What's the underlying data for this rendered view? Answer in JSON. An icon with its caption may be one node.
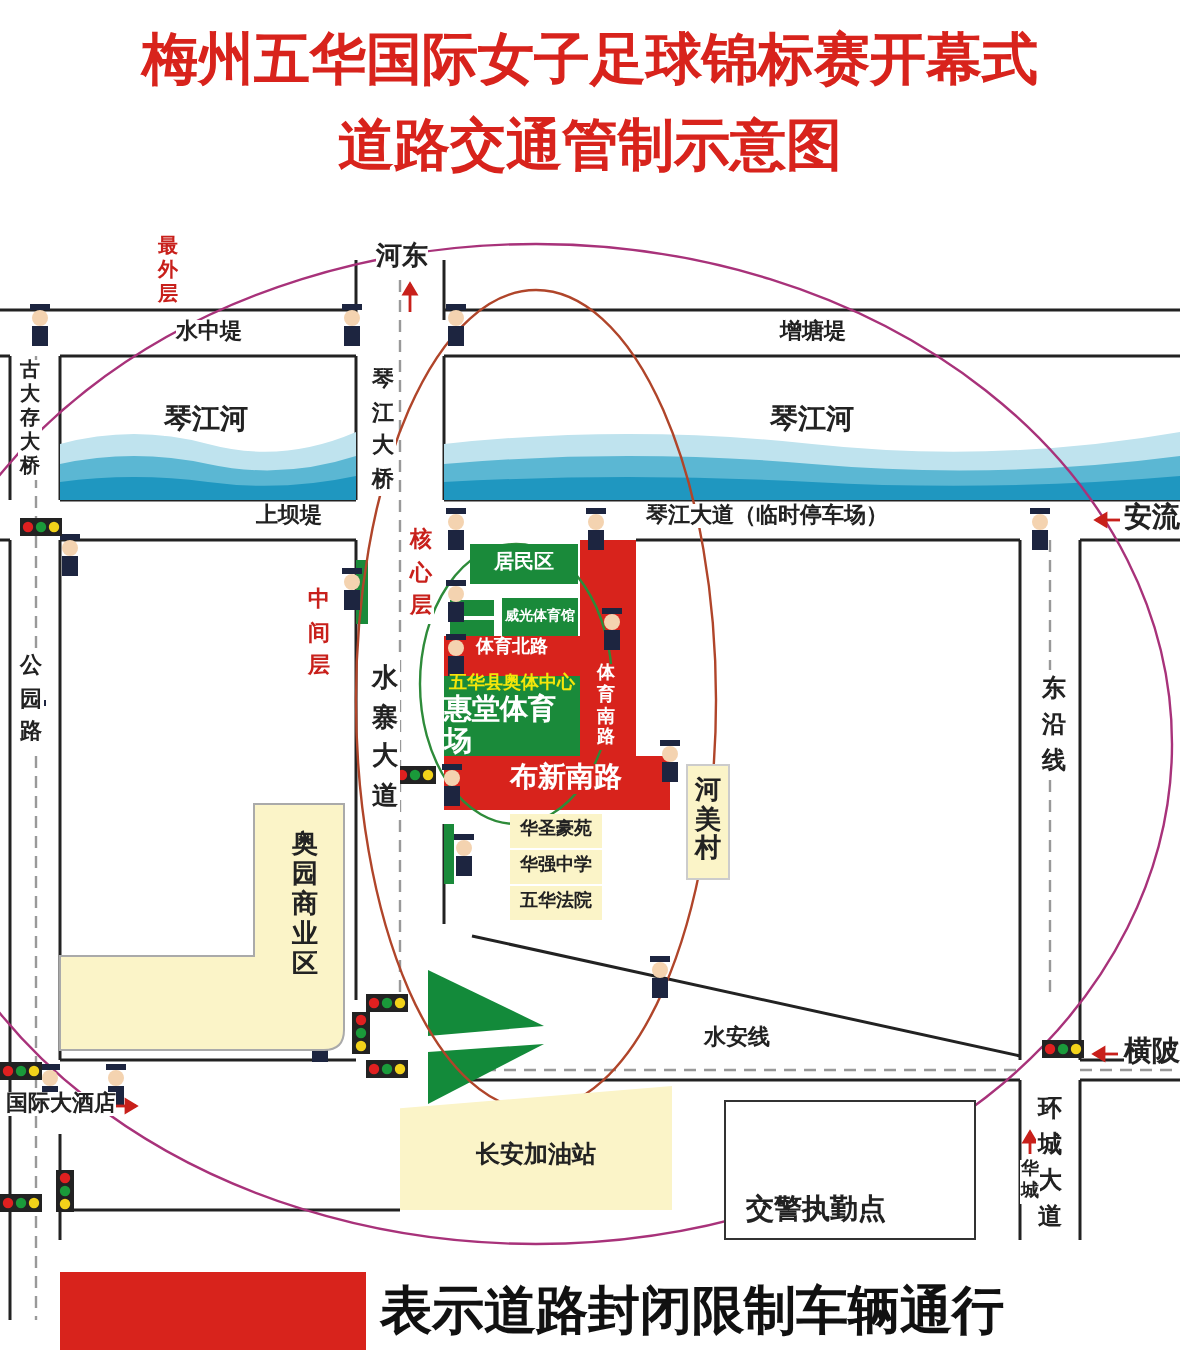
{
  "diagram": {
    "title": "梅州五华国际女子足球锦标赛开幕式道路交通管制示意图",
    "nodes": [
      {
        "text": [
          "居民区"
        ]
      },
      {
        "text": [
          "威光体育馆"
        ]
      },
      {
        "text": [
          "五华县奥体中心",
          "惠堂体育场"
        ]
      },
      {
        "text": [
          "河美村"
        ]
      },
      {
        "text": [
          "华圣豪苑"
        ]
      },
      {
        "text": [
          "华强中学"
        ]
      },
      {
        "text": [
          "五华法院"
        ]
      },
      {
        "text": [
          "奥园商业区"
        ]
      },
      {
        "text": [
          "长安加油站"
        ]
      },
      {
        "text": [
          "交警执勤点"
        ]
      }
    ],
    "labels": [
      "最外层",
      "河东",
      "水中堤",
      "增塘堤",
      "古大存大桥",
      "琴江大桥",
      "琴江河",
      "琴江河",
      "上坝堤",
      "琴江大道（临时停车场）",
      "安流",
      "核心层",
      "中间层",
      "体育北路",
      "体育南路",
      "布新南路",
      "公园路",
      "水寨大道",
      "东沿线",
      "国际大酒店",
      "水安线",
      "横陂",
      "环城大道",
      "华城"
    ],
    "legend": [
      {
        "text": "表示道路封闭限制车辆通行",
        "color": "#d8231c"
      }
    ]
  }
}
